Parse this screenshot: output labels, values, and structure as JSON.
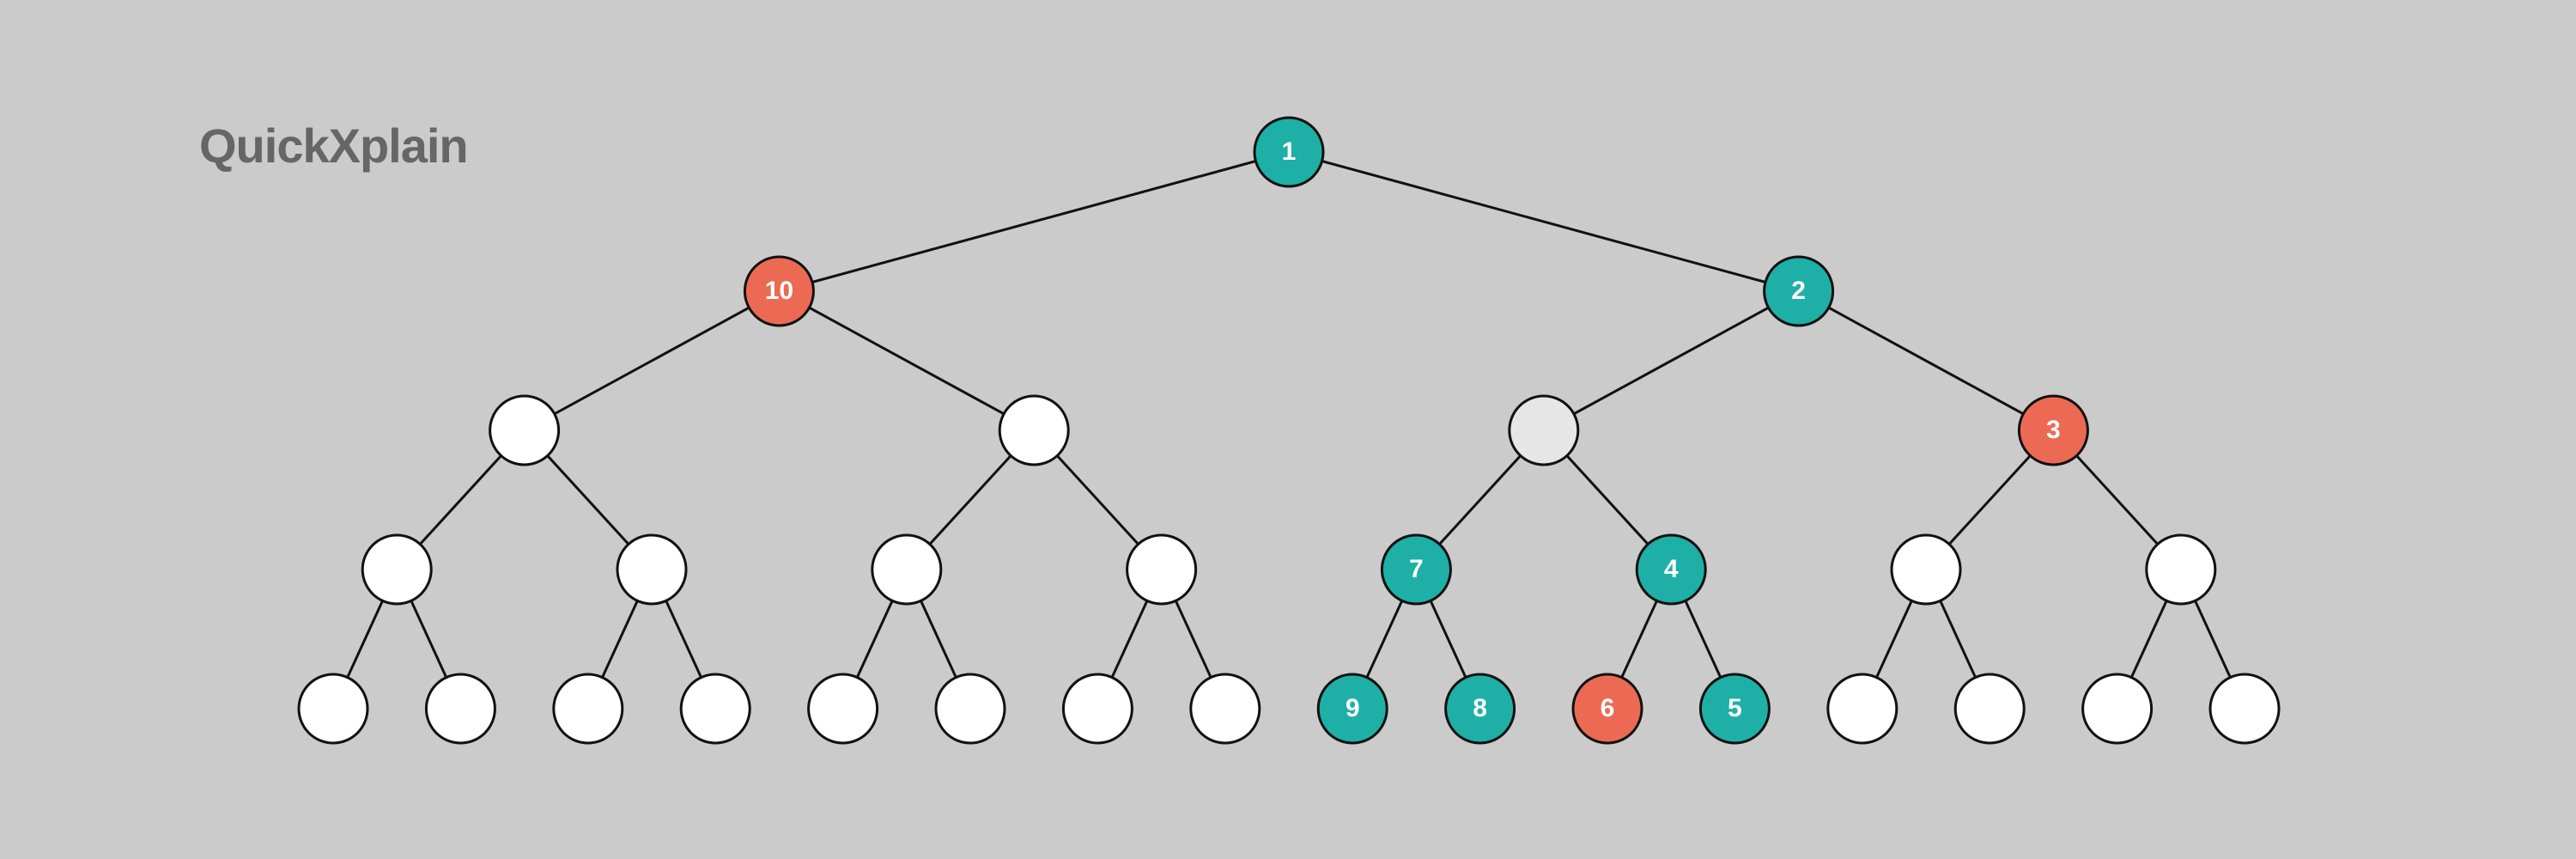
{
  "title": "QuickXplain",
  "colors": {
    "background": "#cbcbcb",
    "teal": "#1eb0a6",
    "red": "#ec6a54",
    "light": "#e6e6e6",
    "white": "#ffffff",
    "stroke": "#111111"
  },
  "tree": {
    "depth": 5,
    "nodes": [
      {
        "level": 0,
        "index": 0,
        "label": "1",
        "color": "teal"
      },
      {
        "level": 1,
        "index": 0,
        "label": "10",
        "color": "red"
      },
      {
        "level": 1,
        "index": 1,
        "label": "2",
        "color": "teal"
      },
      {
        "level": 2,
        "index": 0,
        "label": "",
        "color": "white"
      },
      {
        "level": 2,
        "index": 1,
        "label": "",
        "color": "white"
      },
      {
        "level": 2,
        "index": 2,
        "label": "",
        "color": "light"
      },
      {
        "level": 2,
        "index": 3,
        "label": "3",
        "color": "red"
      },
      {
        "level": 3,
        "index": 0,
        "label": "",
        "color": "white"
      },
      {
        "level": 3,
        "index": 1,
        "label": "",
        "color": "white"
      },
      {
        "level": 3,
        "index": 2,
        "label": "",
        "color": "white"
      },
      {
        "level": 3,
        "index": 3,
        "label": "",
        "color": "white"
      },
      {
        "level": 3,
        "index": 4,
        "label": "7",
        "color": "teal"
      },
      {
        "level": 3,
        "index": 5,
        "label": "4",
        "color": "teal"
      },
      {
        "level": 3,
        "index": 6,
        "label": "",
        "color": "white"
      },
      {
        "level": 3,
        "index": 7,
        "label": "",
        "color": "white"
      },
      {
        "level": 4,
        "index": 0,
        "label": "",
        "color": "white"
      },
      {
        "level": 4,
        "index": 1,
        "label": "",
        "color": "white"
      },
      {
        "level": 4,
        "index": 2,
        "label": "",
        "color": "white"
      },
      {
        "level": 4,
        "index": 3,
        "label": "",
        "color": "white"
      },
      {
        "level": 4,
        "index": 4,
        "label": "",
        "color": "white"
      },
      {
        "level": 4,
        "index": 5,
        "label": "",
        "color": "white"
      },
      {
        "level": 4,
        "index": 6,
        "label": "",
        "color": "white"
      },
      {
        "level": 4,
        "index": 7,
        "label": "",
        "color": "white"
      },
      {
        "level": 4,
        "index": 8,
        "label": "9",
        "color": "teal"
      },
      {
        "level": 4,
        "index": 9,
        "label": "8",
        "color": "teal"
      },
      {
        "level": 4,
        "index": 10,
        "label": "6",
        "color": "red"
      },
      {
        "level": 4,
        "index": 11,
        "label": "5",
        "color": "teal"
      },
      {
        "level": 4,
        "index": 12,
        "label": "",
        "color": "white"
      },
      {
        "level": 4,
        "index": 13,
        "label": "",
        "color": "white"
      },
      {
        "level": 4,
        "index": 14,
        "label": "",
        "color": "white"
      },
      {
        "level": 4,
        "index": 15,
        "label": "",
        "color": "white"
      }
    ]
  }
}
